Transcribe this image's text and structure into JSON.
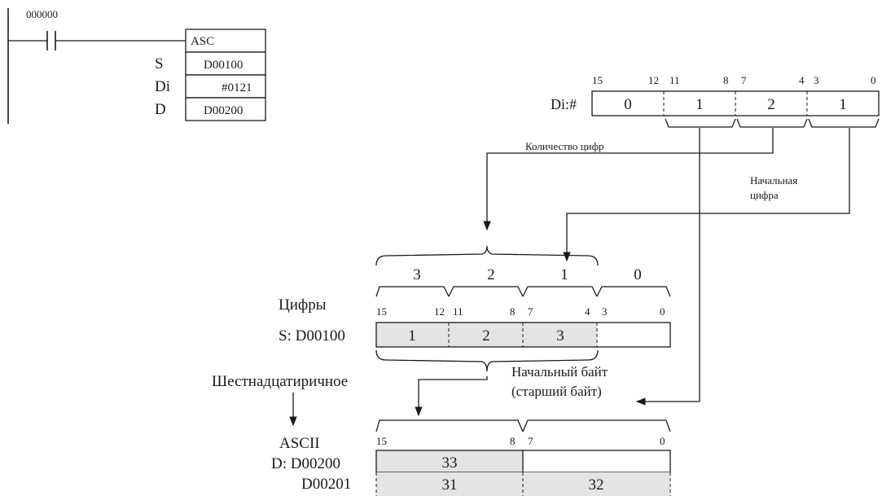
{
  "ladder": {
    "contact_address": "000000",
    "instruction": "ASC",
    "operands": [
      {
        "name": "S",
        "value": "D00100"
      },
      {
        "name": "Di",
        "value": "#0121"
      },
      {
        "name": "D",
        "value": "D00200"
      }
    ]
  },
  "di_register": {
    "label": "Di:#",
    "bit_labels": [
      "15",
      "12",
      "11",
      "8",
      "7",
      "4",
      "3",
      "0"
    ],
    "digits": [
      "0",
      "1",
      "2",
      "1"
    ]
  },
  "annotations": {
    "digit_count": "Количество цифр",
    "start_digit_line1": "Начальная",
    "start_digit_line2": "цифра",
    "start_byte_line1": "Начальный байт",
    "start_byte_line2": "(старший байт)"
  },
  "source_register": {
    "digits_label": "Цифры",
    "label": "S: D00100",
    "digit_numbers": [
      "3",
      "2",
      "1",
      "0"
    ],
    "bit_labels": [
      "15",
      "12",
      "11",
      "8",
      "7",
      "4",
      "3",
      "0"
    ],
    "values": [
      "1",
      "2",
      "3",
      ""
    ]
  },
  "dest": {
    "hex_label": "Шестнадцатиричное",
    "ascii_label": "ASCII",
    "bit_labels": [
      "15",
      "8",
      "7",
      "0"
    ],
    "rows": [
      {
        "label": "D: D00200",
        "upper": "33",
        "lower": ""
      },
      {
        "label": "D00201",
        "upper": "31",
        "lower": "32"
      }
    ]
  }
}
